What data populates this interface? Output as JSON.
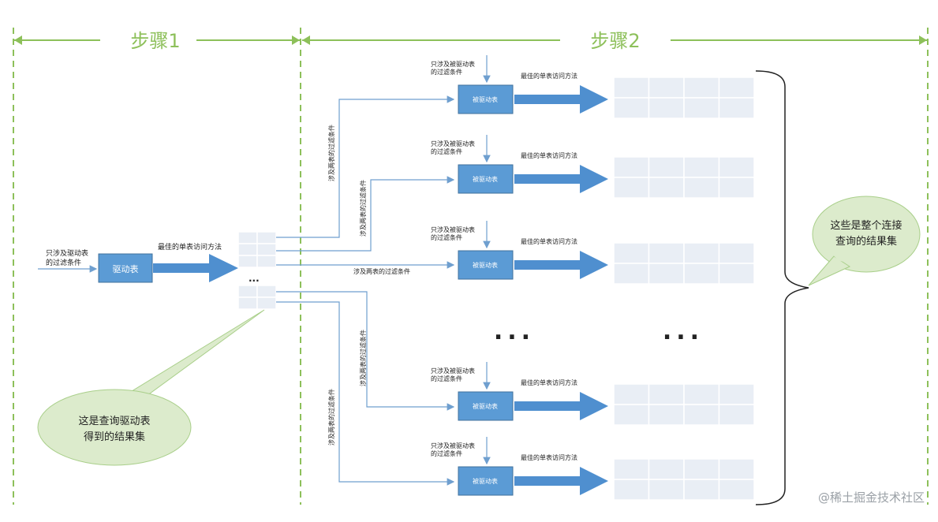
{
  "steps": {
    "step1": "步骤1",
    "step2": "步骤2"
  },
  "left": {
    "input_label_line1": "只涉及驱动表",
    "input_label_line2": "的过滤条件",
    "driver_table": "驱动表",
    "access_label": "最佳的单表访问方法",
    "ellipsis": "..."
  },
  "callout_driver": {
    "line1": "这是查询驱动表",
    "line2": "得到的结果集"
  },
  "callout_result": {
    "line1": "这些是整个连接",
    "line2": "查询的结果集"
  },
  "two_table_condition": "涉及两表的过滤条件",
  "rows": [
    {
      "filter_line1": "只涉及被驱动表",
      "filter_line2": "的过滤条件",
      "table": "被驱动表",
      "access": "最佳的单表访问方法"
    },
    {
      "filter_line1": "只涉及被驱动表",
      "filter_line2": "的过滤条件",
      "table": "被驱动表",
      "access": "最佳的单表访问方法"
    },
    {
      "filter_line1": "只涉及被驱动表",
      "filter_line2": "的过滤条件",
      "table": "被驱动表",
      "access": "最佳的单表访问方法"
    },
    {
      "filter_line1": "只涉及被驱动表",
      "filter_line2": "的过滤条件",
      "table": "被驱动表",
      "access": "最佳的单表访问方法"
    },
    {
      "filter_line1": "只涉及被驱动表",
      "filter_line2": "的过滤条件",
      "table": "被驱动表",
      "access": "最佳的单表访问方法"
    }
  ],
  "middle_dots": "...",
  "right_dots": "...",
  "watermark": "@稀土掘金技术社区",
  "colors": {
    "green": "#8dc05a",
    "blue_box": "#5b9bd5",
    "blue_box_border": "#41719c",
    "line_blue": "#6f9fcf",
    "arrow_blue": "#4f8fcf",
    "grid_fill": "#e9eef5",
    "callout_fill": "#dcebcc",
    "callout_stroke": "#a9cf8a"
  }
}
